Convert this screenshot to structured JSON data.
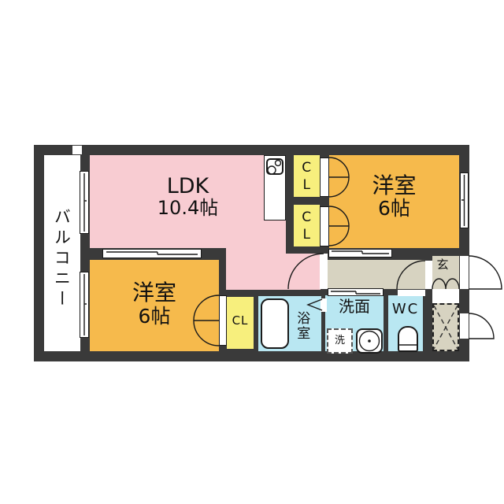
{
  "floorplan": {
    "balcony_label": "バルコニー",
    "ldk_name": "LDK",
    "ldk_size": "10.4帖",
    "bedroom_top_name": "洋室",
    "bedroom_top_size": "6帖",
    "bedroom_bottom_name": "洋室",
    "bedroom_bottom_size": "6帖",
    "closet_top1_label": "CL",
    "closet_top2_label": "CL",
    "closet_bottom_label": "CL",
    "bath_label": "浴室",
    "washroom_label": "洗面",
    "laundry_label": "洗",
    "wc_label": "WC",
    "entrance_label": "玄"
  },
  "colors": {
    "wall": "#3a3a3a",
    "ldk": "#f8ccd2",
    "bedroom": "#f6ba4c",
    "closet": "#f7ef7d",
    "wet_area": "#b9e7f2",
    "hallway": "#d7d3c1",
    "balcony": "#ffffff",
    "text": "#111111"
  }
}
